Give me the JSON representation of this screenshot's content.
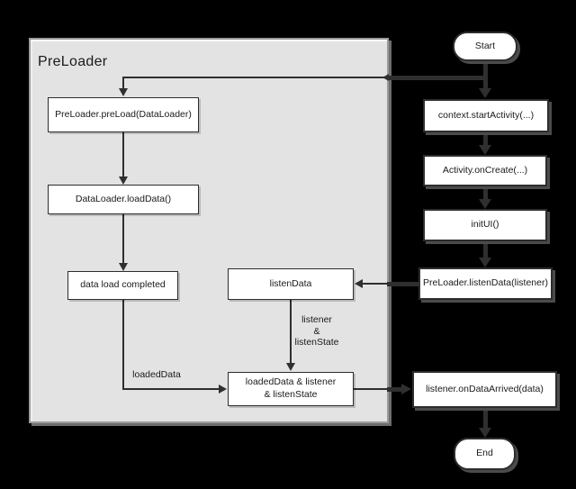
{
  "colors": {
    "canvas_background": "#000000",
    "container_fill": "#e3e3e3",
    "container_border": "#9b9b9b",
    "node_fill": "#ffffff",
    "node_border": "#2d2d2d",
    "line": "#2f2f2f",
    "text": "#1a1a1a"
  },
  "preloader_group": {
    "title": "PreLoader",
    "nodes": {
      "preload": "PreLoader.preLoad(DataLoader)",
      "load_data": "DataLoader.loadData()",
      "data_load_completed": "data load completed",
      "listen_data": "listenData",
      "loaded_data_line1": "loadedData & listener",
      "loaded_data_line2": "& listenState"
    },
    "edge_labels": {
      "loaded_data": "loadedData",
      "listener_line1": "listener",
      "listener_line2": "&",
      "listener_line3": "listenState"
    }
  },
  "main_flow": {
    "nodes": {
      "start": "Start",
      "start_activity": "context.startActivity(...)",
      "on_create": "Activity.onCreate(...)",
      "init_ui": "initUI()",
      "listen_data": "PreLoader.listenData(listener)",
      "on_data_arrived": "listener.onDataArrived(data)",
      "end": "End"
    }
  }
}
